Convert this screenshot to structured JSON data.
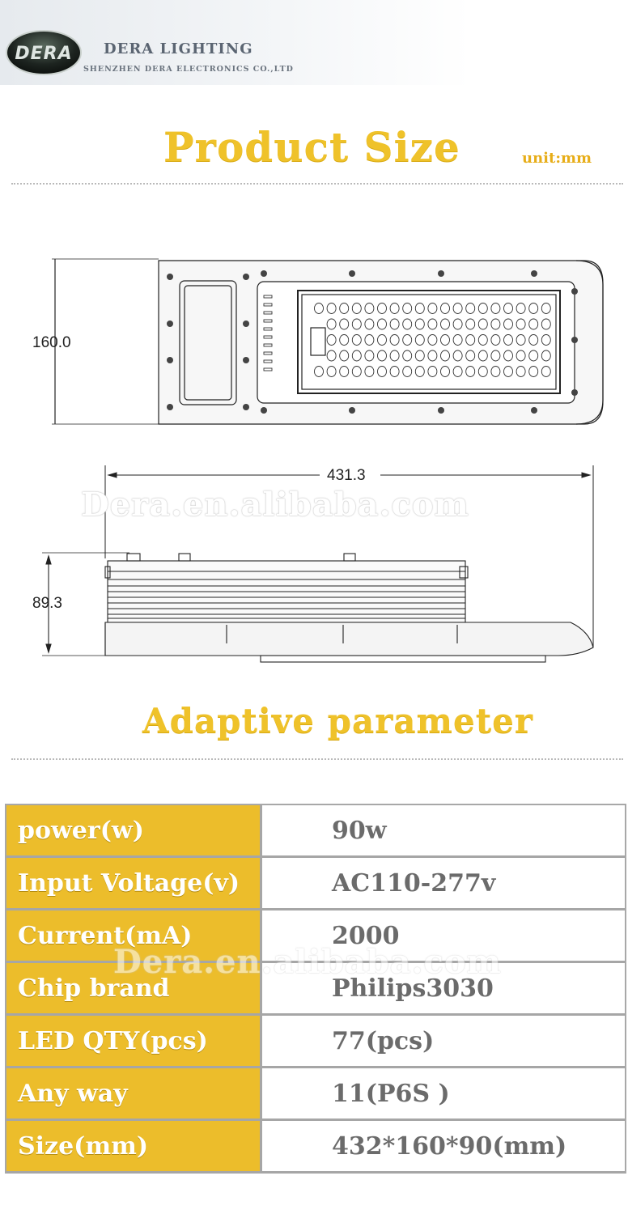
{
  "header": {
    "logo_text": "DERA",
    "brand": "DERA  LIGHTING",
    "company": "SHENZHEN DERA ELECTRONICS CO.,LTD"
  },
  "product_size": {
    "title": "Product Size",
    "unit": "unit:mm",
    "height_label": "160.0",
    "length_label": "431.3",
    "depth_label": "89.3",
    "watermark": "Dera.en.alibaba.com"
  },
  "adaptive": {
    "title": "Adaptive parameter",
    "watermark": "Dera.en.alibaba.com",
    "rows": [
      {
        "label": "power(w)",
        "value": "90w"
      },
      {
        "label": "Input Voltage(v)",
        "value": "AC110-277v"
      },
      {
        "label": "Current(mA)",
        "value": "2000"
      },
      {
        "label": "Chip brand",
        "value": "Philips3030"
      },
      {
        "label": "LED QTY(pcs)",
        "value": "77(pcs)"
      },
      {
        "label": "Any way",
        "value": "11(P6S )"
      },
      {
        "label": "Size(mm)",
        "value": "432*160*90(mm)"
      }
    ]
  },
  "colors": {
    "gold": "#ecbd2b",
    "title_gold": "#efc22a",
    "border": "#a8a8a8"
  }
}
